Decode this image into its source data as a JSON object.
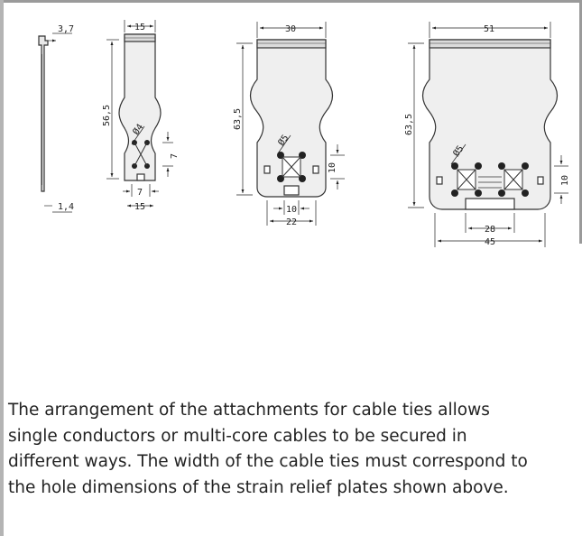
{
  "drawing": {
    "side_view": {
      "top_dim": "3,7",
      "bottom_dim": "1,4"
    },
    "plate_1": {
      "width": "15",
      "height": "56,5",
      "hole": "Ø4",
      "hole_pitch_v": "7",
      "hole_pitch_h": "7",
      "bottom_width": "15"
    },
    "plate_2": {
      "width": "30",
      "height": "63,5",
      "hole": "Ø5",
      "hole_pitch_v": "10",
      "slot": "10",
      "bottom_width": "22"
    },
    "plate_3": {
      "width": "51",
      "height": "63,5",
      "hole": "Ø5",
      "hole_pitch_v": "10",
      "slot": "28",
      "bottom_width": "45"
    }
  },
  "caption": {
    "lines": [
      "The arrangement of the attachments for cable ties allows",
      "single conductors or multi-core cables to be secured in",
      "different ways. The width of the cable ties must correspond to",
      "the hole dimensions of the strain relief plates shown above."
    ]
  }
}
